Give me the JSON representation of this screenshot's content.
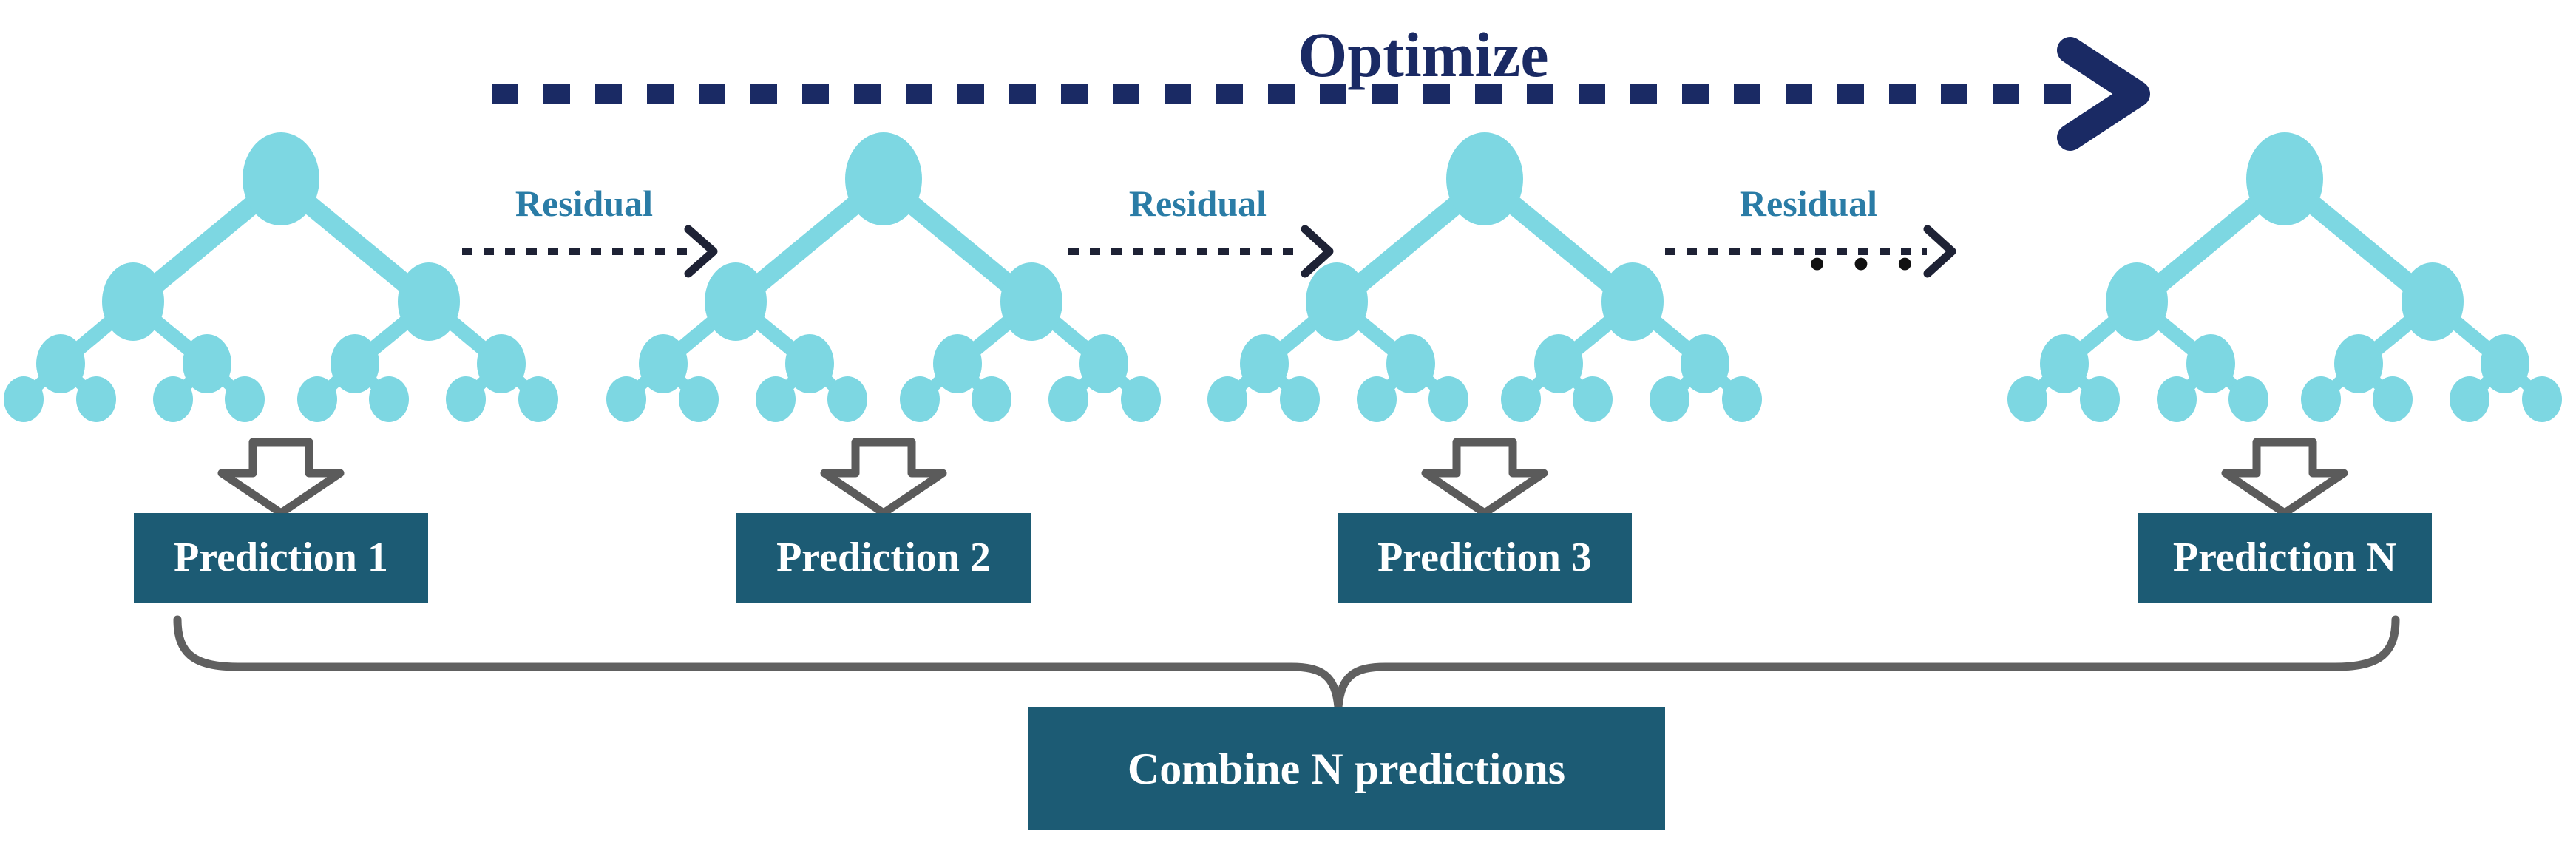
{
  "diagram": {
    "optimize_label": "Optimize",
    "ellipsis": "•  •  •"
  },
  "residuals": [
    {
      "label": "Residual"
    },
    {
      "label": "Residual"
    },
    {
      "label": "Residual"
    }
  ],
  "predictions": [
    {
      "label": "Prediction 1"
    },
    {
      "label": "Prediction 2"
    },
    {
      "label": "Prediction 3"
    },
    {
      "label": "Prediction N"
    }
  ],
  "combine": {
    "label": "Combine N predictions"
  },
  "colors": {
    "navy": "#1A2A64",
    "tree": "#7DD7E2",
    "residual": "#2A7CA6",
    "dotted": "#1E2235",
    "flow": "#5B5B5B",
    "box": "#1C5B74",
    "box_text": "#FFFFFF",
    "bracket": "#606060",
    "ink": "#111111"
  },
  "icons": {
    "optimize_arrow": "dashed-arrow-right",
    "residual_arrow": "dotted-arrow-right",
    "flow_arrow": "block-arrow-down",
    "ellipsis_dots": "horizontal-ellipsis",
    "tree": "decision-tree"
  }
}
